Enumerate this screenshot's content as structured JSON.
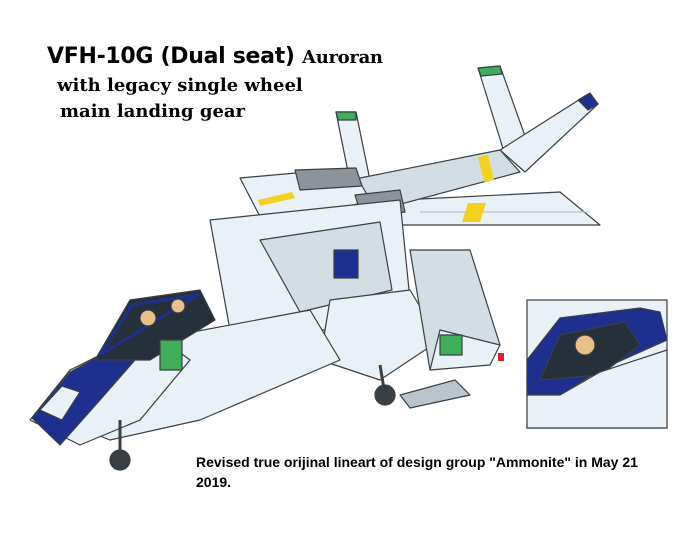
{
  "title": {
    "model": "VFH-10G (Dual seat)",
    "name": "Auroran",
    "line2": "with legacy single wheel",
    "line3": "main landing gear"
  },
  "caption": {
    "line1": "Revised true orijinal lineart of design group \"Ammonite\" in May 21",
    "line2": "2019."
  },
  "colors": {
    "hull": "#e9f1f6",
    "panel": "#d3dde4",
    "shadow": "#b9c4cc",
    "outline": "#3a3f44",
    "navy": "#1f2f8f",
    "yellow": "#f2d21f",
    "grey": "#8e9398",
    "green": "#3fae5a",
    "canopy": "#25303a"
  },
  "icons": {
    "main": "aircraft-lineart-illustration",
    "inset": "cockpit-closeup-illustration"
  }
}
